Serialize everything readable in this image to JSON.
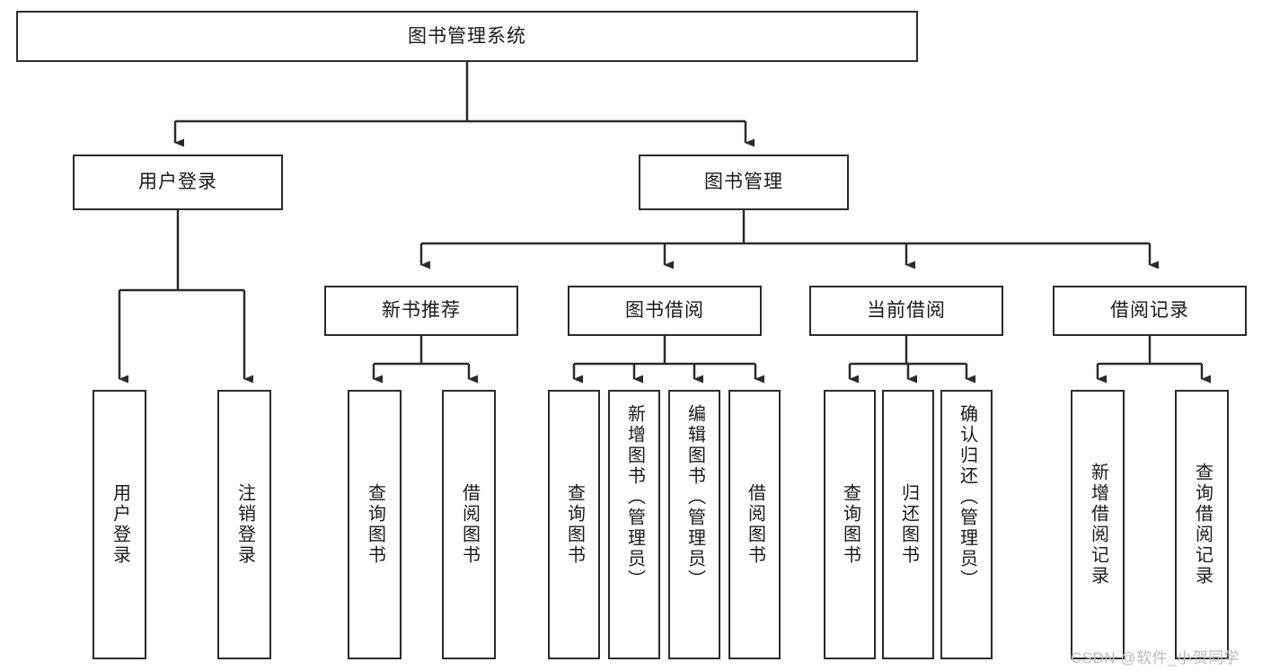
{
  "diagram": {
    "title": "图书管理系统",
    "type": "tree-hierarchy-chart",
    "root": {
      "label": "图书管理系统"
    },
    "level2": [
      {
        "label": "用户登录"
      },
      {
        "label": "图书管理"
      }
    ],
    "level3": [
      {
        "label": "新书推荐"
      },
      {
        "label": "图书借阅"
      },
      {
        "label": "当前借阅"
      },
      {
        "label": "借阅记录"
      }
    ],
    "leaves": {
      "user_login": [
        {
          "label": "用户登录"
        },
        {
          "label": "注销登录"
        }
      ],
      "new_book_recommend": [
        {
          "label": "查询图书"
        },
        {
          "label": "借阅图书"
        }
      ],
      "book_borrow": [
        {
          "label": "查询图书"
        },
        {
          "label": "新增图书（管理员）"
        },
        {
          "label": "编辑图书（管理员）"
        },
        {
          "label": "借阅图书"
        }
      ],
      "current_borrow": [
        {
          "label": "查询图书"
        },
        {
          "label": "归还图书"
        },
        {
          "label": "确认归还（管理员）"
        }
      ],
      "borrow_record": [
        {
          "label": "新增借阅记录"
        },
        {
          "label": "查询借阅记录"
        }
      ]
    }
  },
  "watermark": {
    "text": "CSDN @软件_小贺同学"
  },
  "colors": {
    "stroke": "#2b2b2b",
    "fill": "#ffffff",
    "text": "#1a1a1a",
    "watermark": "#bcbcbc"
  }
}
